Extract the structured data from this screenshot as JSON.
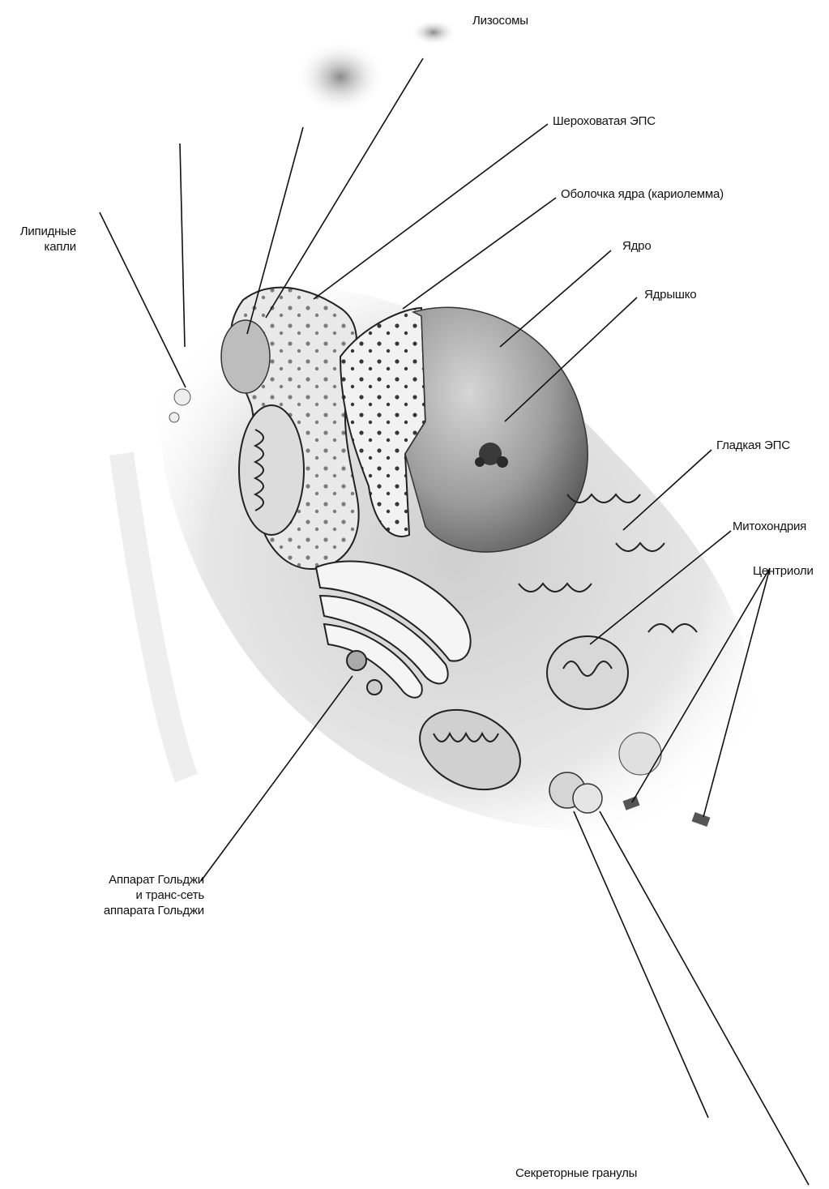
{
  "labels": {
    "lysosomes": "Лизосомы",
    "rough_er": "Шероховатая ЭПС",
    "nuclear_envelope": "Оболочка ядра (кариолемма)",
    "nucleus": "Ядро",
    "nucleolus": "Ядрышко",
    "lipid_droplets_1": "Липидные",
    "lipid_droplets_2": "капли",
    "smooth_er": "Гладкая ЭПС",
    "mitochondrion": "Митохондрия",
    "centrioles": "Центриоли",
    "golgi_1": "Аппарат Гольджи",
    "golgi_2": "и транс-сеть",
    "golgi_3": "аппарата Гольджи",
    "secretory_granules": "Секреторные гранулы"
  },
  "colors": {
    "ink": "#111111",
    "cell_shade": "#d8d8d8",
    "nucleus_shade": "#9a9a9a"
  }
}
